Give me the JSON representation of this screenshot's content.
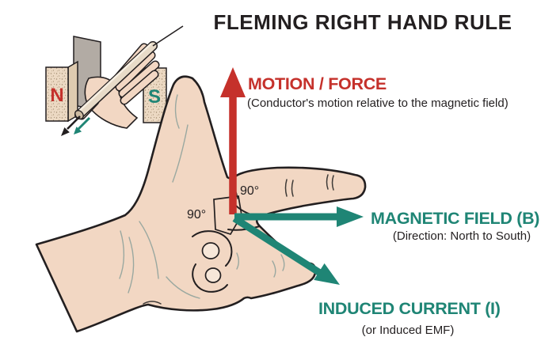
{
  "title": "FLEMING RIGHT HAND RULE",
  "annotations": {
    "motion": {
      "label": "MOTION / FORCE",
      "subtitle": "(Conductor's motion relative to the magnetic field)"
    },
    "magnetic_field": {
      "label": "MAGNETIC FIELD (B)",
      "subtitle": "(Direction: North to South)"
    },
    "induced_current": {
      "label": "INDUCED CURRENT (I)",
      "subtitle": "(or Induced EMF)"
    }
  },
  "angles": {
    "top": "90°",
    "left": "90°"
  },
  "inset": {
    "north": "N",
    "south": "S"
  },
  "colors": {
    "arrow_red": "#c5312b",
    "arrow_teal": "#1f8575",
    "skin": "#f2d7c3",
    "outline": "#231f20",
    "magnet_body": "#ecd9c3",
    "plate_gray": "#b2aba4",
    "text_dark": "#231f20"
  }
}
